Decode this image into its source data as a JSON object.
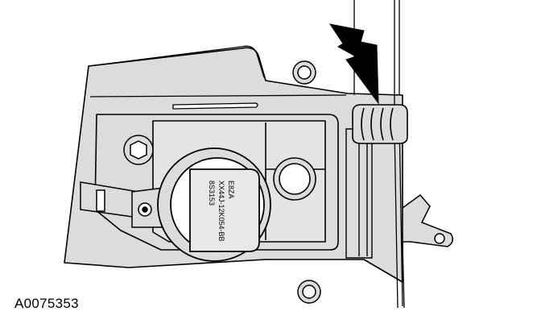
{
  "figure": {
    "id": "A0075353",
    "cap_label": {
      "line1": "E8ZA",
      "line2": "XX44J-12K054-BB",
      "line3": "8S3153"
    }
  },
  "colors": {
    "line": "#000000",
    "fill": "#dcdcdc",
    "background": "#ffffff"
  },
  "icons": {
    "indicator": "arrow-pointer-icon"
  }
}
